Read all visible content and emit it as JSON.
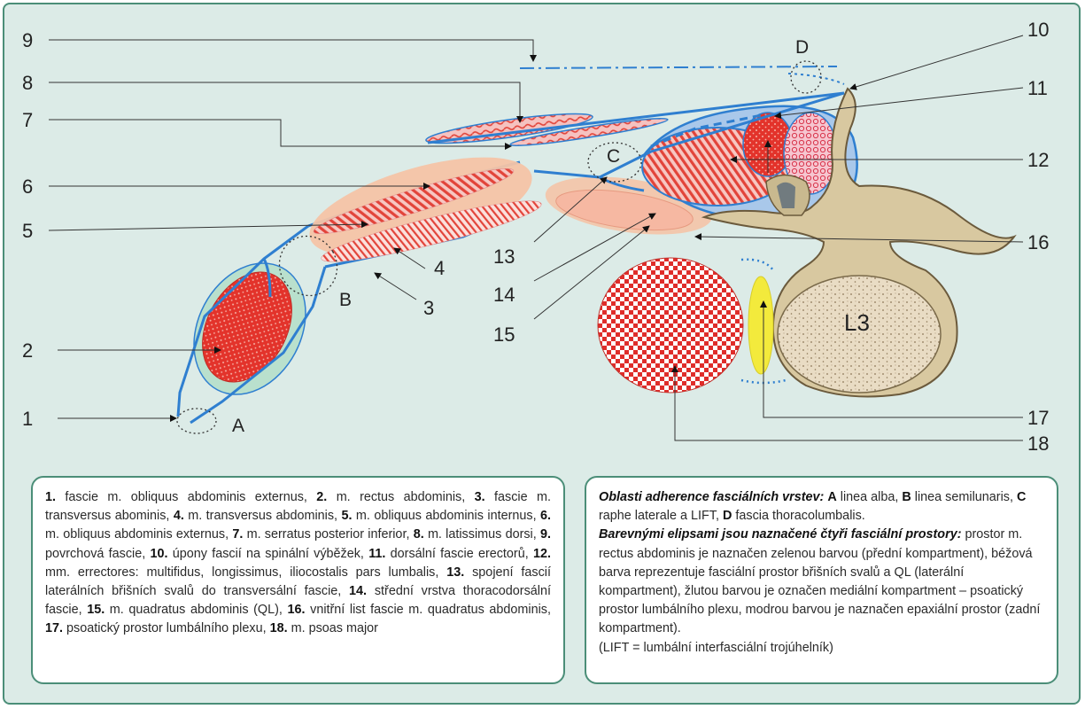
{
  "labels": {
    "n1": "1",
    "n2": "2",
    "n3": "3",
    "n4": "4",
    "n5": "5",
    "n6": "6",
    "n7": "7",
    "n8": "8",
    "n9": "9",
    "n10": "10",
    "n11": "11",
    "n12": "12",
    "n13": "13",
    "n14": "14",
    "n15": "15",
    "n16": "16",
    "n17": "17",
    "n18": "18",
    "A": "A",
    "B": "B",
    "C": "C",
    "D": "D",
    "L3": "L3"
  },
  "legend_left": [
    {
      "num": "1.",
      "text": " fascie m. obliquus abdominis externus, "
    },
    {
      "num": "2.",
      "text": " m. rectus abdominis, "
    },
    {
      "num": "3.",
      "text": " fascie m. transversus abominis, "
    },
    {
      "num": "4.",
      "text": " m. transversus abdominis, "
    },
    {
      "num": "5.",
      "text": " m. obliquus abdominis internus, "
    },
    {
      "num": "6.",
      "text": " m. obliquus abdominis externus, "
    },
    {
      "num": "7.",
      "text": " m. serratus posterior inferior, "
    },
    {
      "num": "8.",
      "text": " m. latissimus dorsi, "
    },
    {
      "num": "9.",
      "text": " povrchová fascie, "
    },
    {
      "num": "10.",
      "text": " úpony fascií na spinální výběžek, "
    },
    {
      "num": "11.",
      "text": " dorsální fascie erectorů, "
    },
    {
      "num": "12.",
      "text": " mm. errectores: multifidus, longissimus, iliocostalis pars lumbalis, "
    },
    {
      "num": "13.",
      "text": " spojení fascií laterálních břišních svalů do transversální fascie, "
    },
    {
      "num": "14.",
      "text": " střední vrstva thoracodorsální fascie, "
    },
    {
      "num": "15.",
      "text": " m. quadratus abdominis (QL), "
    },
    {
      "num": "16.",
      "text": " vnitřní list fascie m. quadratus abdominis, "
    },
    {
      "num": "17.",
      "text": " psoatický prostor lumbálního plexu, "
    },
    {
      "num": "18.",
      "text": " m. psoas major"
    }
  ],
  "legend_right": {
    "heading1": "Oblasti adherence fasciálních vrstev:",
    "items": [
      {
        "letter": "A",
        "text": " linea alba, "
      },
      {
        "letter": "B",
        "text": " linea semilunaris, "
      },
      {
        "letter": "C",
        "text": " raphe laterale a LIFT, "
      },
      {
        "letter": "D",
        "text": " fascia thoracolumbalis."
      }
    ],
    "heading2": "Barevnými elipsami jsou naznačené čtyři fasciální prostory:",
    "body": " prostor m. rectus abdominis je naznačen zelenou barvou (přední kompartment), béžová barva reprezentuje fasciální prostor břišních svalů a QL (laterální kompartment), žlutou barvou je označen mediální kompartment – psoatický prostor lumbálního plexu, modrou barvou je naznačen epaxiální prostor (zadní kompartment).",
    "note": "(LIFT = lumbální interfasciální trojúhelník)"
  },
  "colors": {
    "background": "#dcebe7",
    "frame_border": "#4b8e78",
    "fascia_line": "#2f7fd0",
    "muscle_red": "#e3332b",
    "anterior_compartment": "#b9e0cd",
    "lateral_compartment": "#f4c4a7",
    "medial_compartment": "#f3ea3c",
    "posterior_compartment": "#a9c8ea",
    "bone": "#d8c8a0"
  }
}
